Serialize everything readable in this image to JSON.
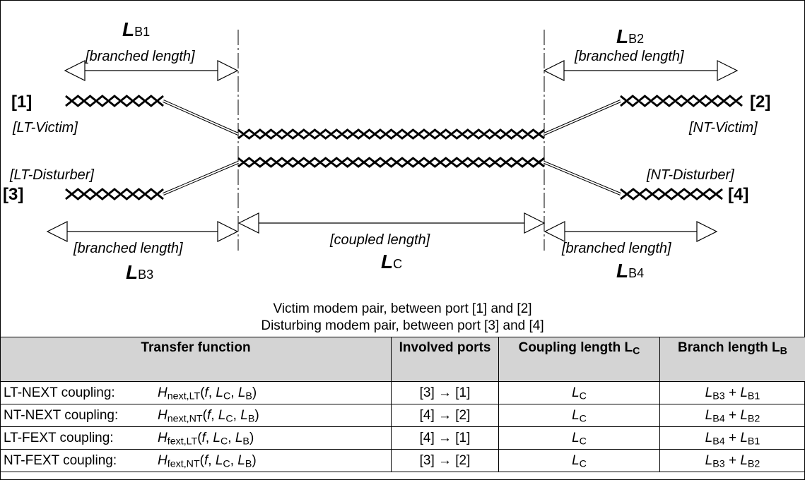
{
  "diagram": {
    "lengths": {
      "lb1": {
        "letter": "L",
        "sub": "B1"
      },
      "lb2": {
        "letter": "L",
        "sub": "B2"
      },
      "lb3": {
        "letter": "L",
        "sub": "B3"
      },
      "lb4": {
        "letter": "L",
        "sub": "B4"
      },
      "lc": {
        "letter": "L",
        "sub": "C"
      }
    },
    "branched_length_label": "[branched length]",
    "coupled_length_label": "[coupled length]",
    "ports": {
      "p1": {
        "num": "[1]",
        "name": "[LT-Victim]"
      },
      "p2": {
        "num": "[2]",
        "name": "[NT-Victim]"
      },
      "p3": {
        "num": "[3]",
        "name": "[LT-Disturber]"
      },
      "p4": {
        "num": "[4]",
        "name": "[NT-Disturber]"
      }
    },
    "caption_line1": "Victim modem pair, between port [1] and [2]",
    "caption_line2": "Disturbing modem pair, between port [3] and [4]"
  },
  "table": {
    "headers": {
      "transfer": "Transfer function",
      "ports": "Involved ports",
      "coupling": "Coupling length L",
      "coupling_sub": "C",
      "branch": "Branch length L",
      "branch_sub": "B"
    },
    "rows": [
      {
        "label": "LT-NEXT coupling:",
        "fsub": "next,LT",
        "ports": "[3] → [1]",
        "coupling": "L",
        "coupling_sub": "C",
        "b1": "B3",
        "b2": "B1"
      },
      {
        "label": "NT-NEXT coupling:",
        "fsub": "next,NT",
        "ports": "[4] → [2]",
        "coupling": "L",
        "coupling_sub": "C",
        "b1": "B4",
        "b2": "B2"
      },
      {
        "label": "LT-FEXT coupling:",
        "fsub": "fext,LT",
        "ports": "[4] → [1]",
        "coupling": "L",
        "coupling_sub": "C",
        "b1": "B4",
        "b2": "B1"
      },
      {
        "label": "NT-FEXT coupling:",
        "fsub": "fext,NT",
        "ports": "[3] → [2]",
        "coupling": "L",
        "coupling_sub": "C",
        "b1": "B3",
        "b2": "B2"
      }
    ],
    "fn": {
      "H": "H",
      "open": "(",
      "f": "f",
      "sep": ", ",
      "L": "L",
      "Csub": "C",
      "Bsub": "B",
      "close": ")",
      "plus": " + "
    }
  }
}
